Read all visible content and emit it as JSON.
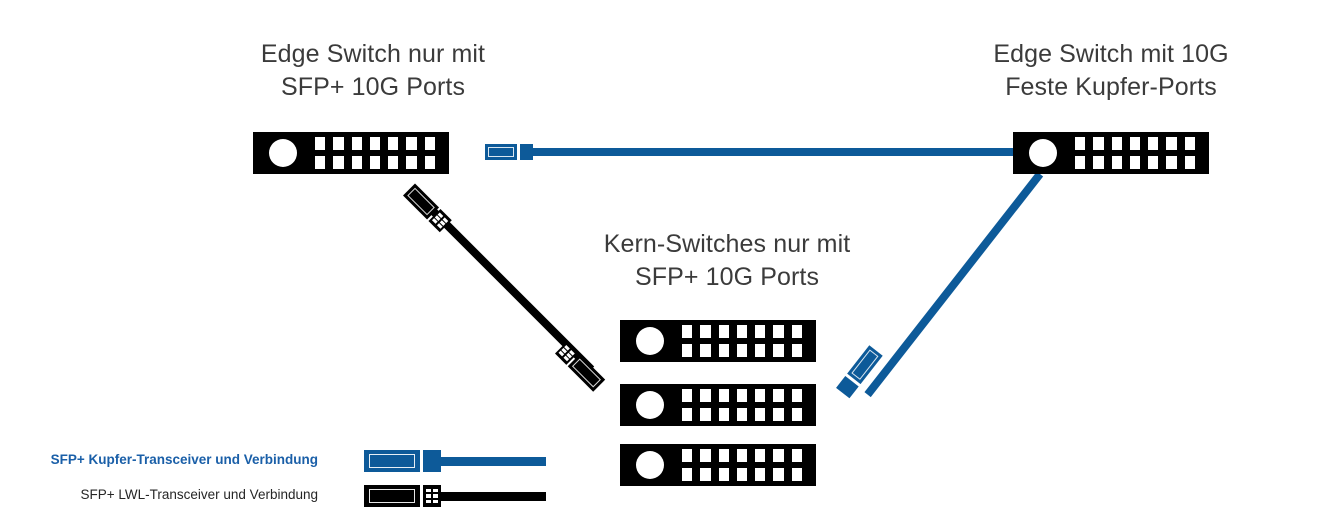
{
  "diagram": {
    "type": "network-topology",
    "background_color": "#ffffff",
    "colors": {
      "copper_blue": "#0d5a99",
      "fiber_black": "#000000",
      "caption_text": "#3b3b3b",
      "legend_blue_text": "#1a5fa8",
      "legend_black_text": "#262626"
    },
    "captions": [
      {
        "id": "left-edge-switch-caption",
        "text": "Edge Switch nur mit\nSFP+ 10G Ports",
        "line1": "Edge Switch nur mit",
        "line2": "SFP+ 10G Ports"
      },
      {
        "id": "right-edge-switch-caption",
        "text": "Edge Switch mit 10G\nFeste Kupfer-Ports",
        "line1": "Edge Switch mit 10G",
        "line2": "Feste Kupfer-Ports"
      },
      {
        "id": "core-switches-caption",
        "text": "Kern-Switches nur mit\nSFP+ 10G Ports",
        "line1": "Kern-Switches nur mit",
        "line2": "SFP+ 10G Ports"
      }
    ],
    "devices": [
      {
        "id": "edge-switch-left",
        "role": "edge",
        "ports": 14,
        "port_columns": 7,
        "port_rows": 2,
        "led": true
      },
      {
        "id": "edge-switch-right",
        "role": "edge",
        "ports": 14,
        "port_columns": 7,
        "port_rows": 2,
        "led": true
      },
      {
        "id": "core-switch-1",
        "role": "core",
        "ports": 14,
        "port_columns": 7,
        "port_rows": 2,
        "led": true
      },
      {
        "id": "core-switch-2",
        "role": "core",
        "ports": 14,
        "port_columns": 7,
        "port_rows": 2,
        "led": true
      },
      {
        "id": "core-switch-3",
        "role": "core",
        "ports": 14,
        "port_columns": 7,
        "port_rows": 2,
        "led": true
      }
    ],
    "links": [
      {
        "id": "link-copper-top",
        "medium": "copper",
        "color": "#0d5a99",
        "from": "edge-switch-left",
        "to": "edge-switch-right"
      },
      {
        "id": "link-fiber-diagonal",
        "medium": "fiber",
        "color": "#000000",
        "from": "edge-switch-left",
        "to": "core-switch-1"
      },
      {
        "id": "link-copper-diagonal",
        "medium": "copper",
        "color": "#0d5a99",
        "from": "edge-switch-right",
        "to": "core-switch-2"
      }
    ],
    "legend": {
      "title": "",
      "entries": [
        {
          "id": "legend-copper",
          "label": "SFP+ Kupfer-Transceiver und Verbindung",
          "color": "#1a5fa8",
          "swatch_color": "#0d5a99",
          "medium": "copper"
        },
        {
          "id": "legend-fiber",
          "label": "SFP+ LWL-Transceiver und Verbindung",
          "color": "#262626",
          "swatch_color": "#000000",
          "medium": "fiber"
        }
      ]
    }
  }
}
